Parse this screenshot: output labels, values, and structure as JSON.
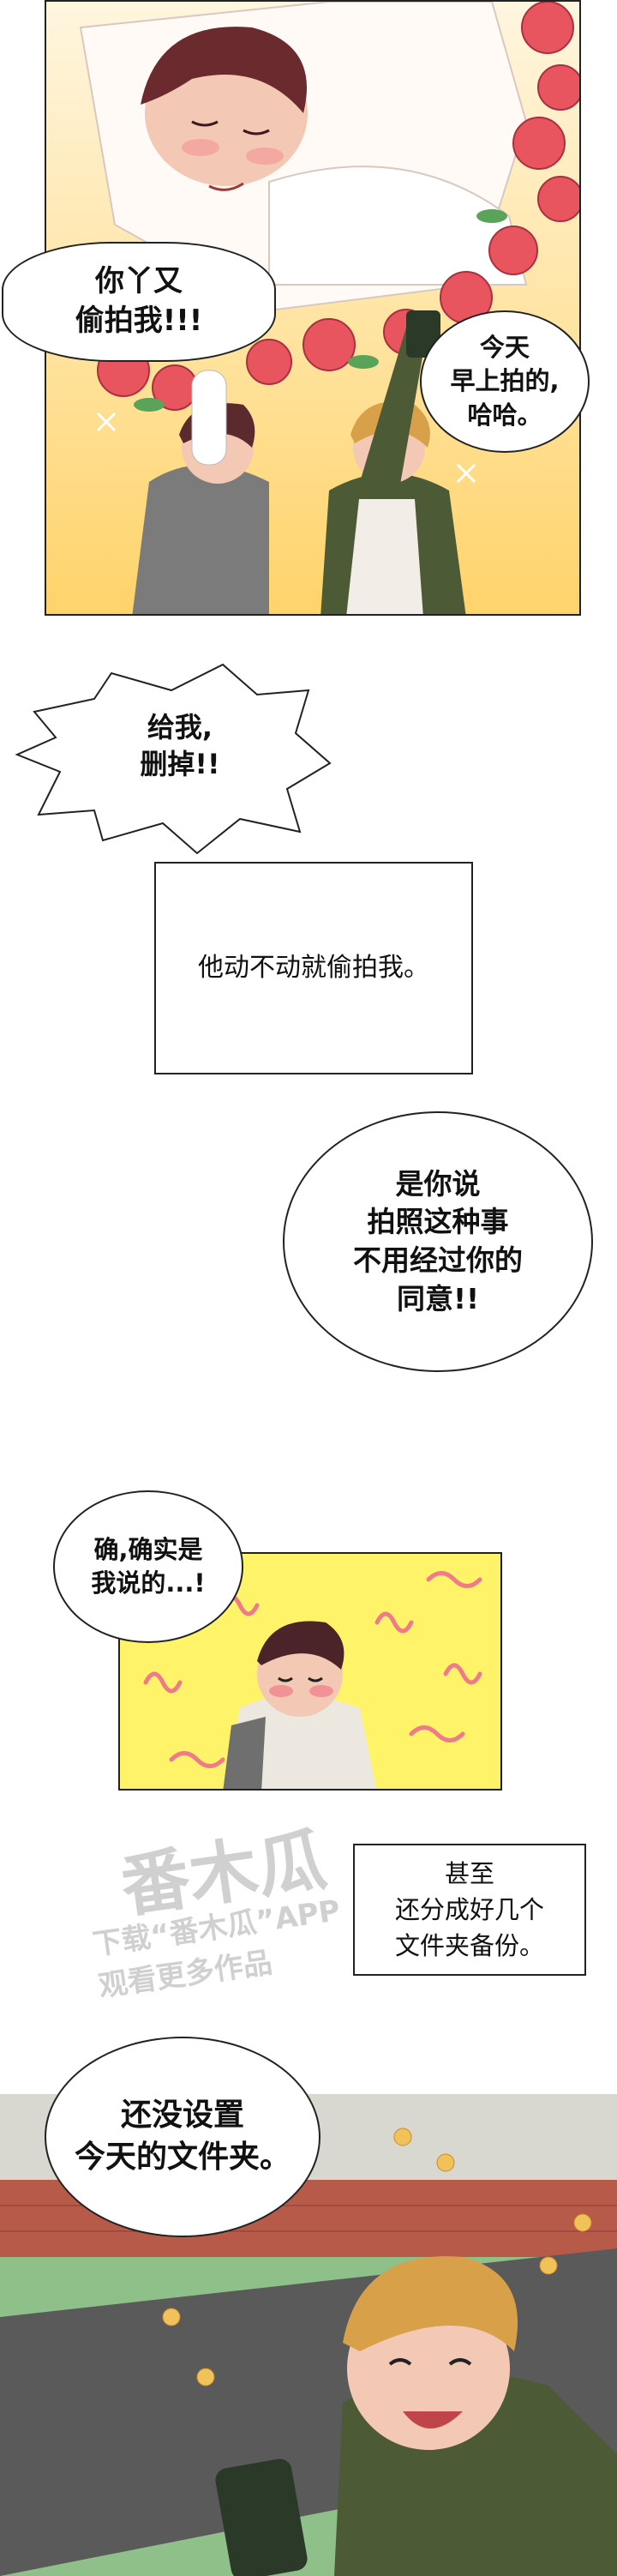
{
  "panel1": {
    "bubble_left": "你丫又\n偷拍我!!!",
    "bubble_right": "今天\n早上拍的,\n哈哈。"
  },
  "spiky_bubble": "给我,\n删掉!!",
  "narration_box_1": "他动不动就偷拍我。",
  "round_bubble_1": "是你说\n拍照这种事\n不用经过你的\n同意!!",
  "round_bubble_2": "确,确实是\n我说的...!",
  "narration_box_2": "甚至\n还分成好几个\n文件夹备份。",
  "watermark": {
    "main": "番木瓜",
    "sub": "下载“番木瓜”APP\n观看更多作品"
  },
  "round_bubble_3": "还没设置\n今天的文件夹。",
  "colors": {
    "rose": "#e8555f",
    "sky": "#fff4c2",
    "yellow": "#fff36a",
    "panel_border": "#222222"
  }
}
